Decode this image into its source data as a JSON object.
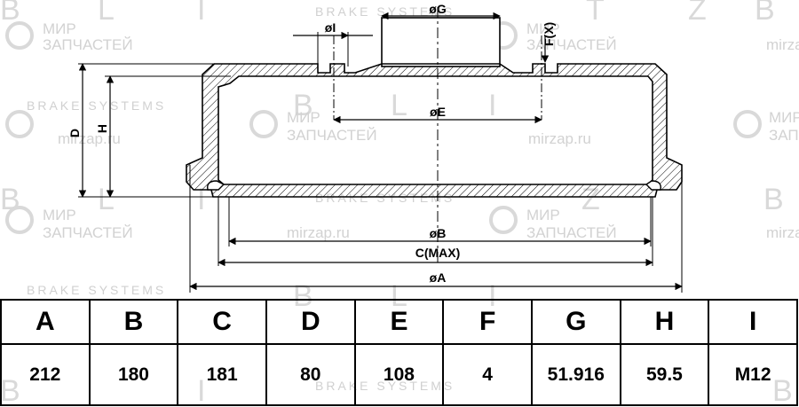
{
  "watermarks": {
    "blitz_letters": [
      "B",
      "L",
      "I",
      "T",
      "Z"
    ],
    "brake_systems": "BRAKE SYSTEMS",
    "mir": "МИР",
    "zapchastei": "ЗАПЧАСТЕЙ",
    "site": "mirzap.ru"
  },
  "dimensions": {
    "g": "øG",
    "i": "øI",
    "f": "F(X)",
    "e": "øE",
    "d": "D",
    "h": "H",
    "b": "øB",
    "c": "C(MAX)",
    "a": "øA"
  },
  "table": {
    "headers": [
      "A",
      "B",
      "C",
      "D",
      "E",
      "F",
      "G",
      "H",
      "I"
    ],
    "values": [
      "212",
      "180",
      "181",
      "80",
      "108",
      "4",
      "51.916",
      "59.5",
      "M12"
    ]
  }
}
